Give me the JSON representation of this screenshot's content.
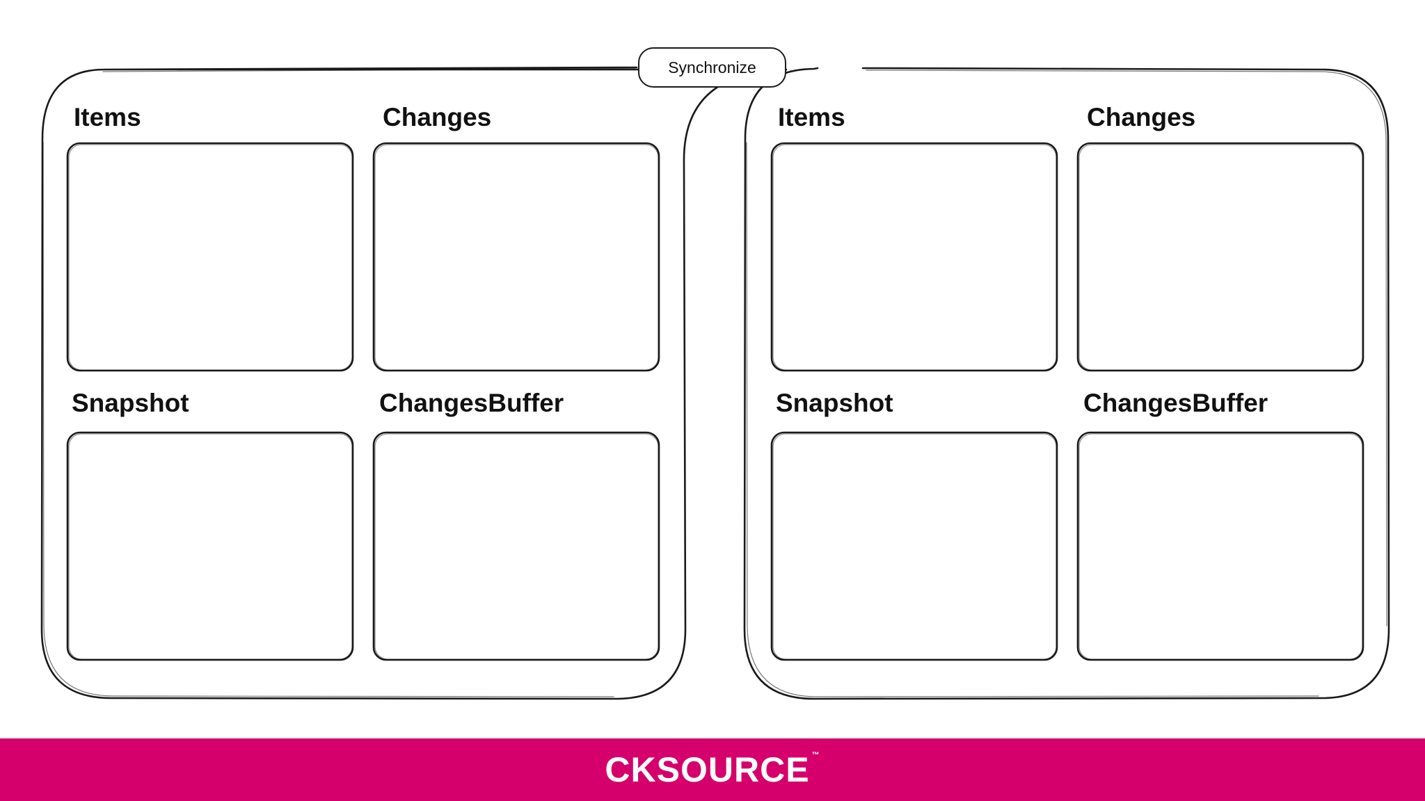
{
  "sync_button": {
    "label": "Synchronize"
  },
  "panels": [
    {
      "id": "left",
      "boxes": [
        {
          "label": "Items"
        },
        {
          "label": "Changes"
        },
        {
          "label": "Snapshot"
        },
        {
          "label": "ChangesBuffer"
        }
      ]
    },
    {
      "id": "right",
      "boxes": [
        {
          "label": "Items"
        },
        {
          "label": "Changes"
        },
        {
          "label": "Snapshot"
        },
        {
          "label": "ChangesBuffer"
        }
      ]
    }
  ],
  "footer": {
    "logo_text": "CKSOURCE",
    "trademark": "™",
    "background_color": "#d5006b",
    "text_color": "#ffffff"
  }
}
